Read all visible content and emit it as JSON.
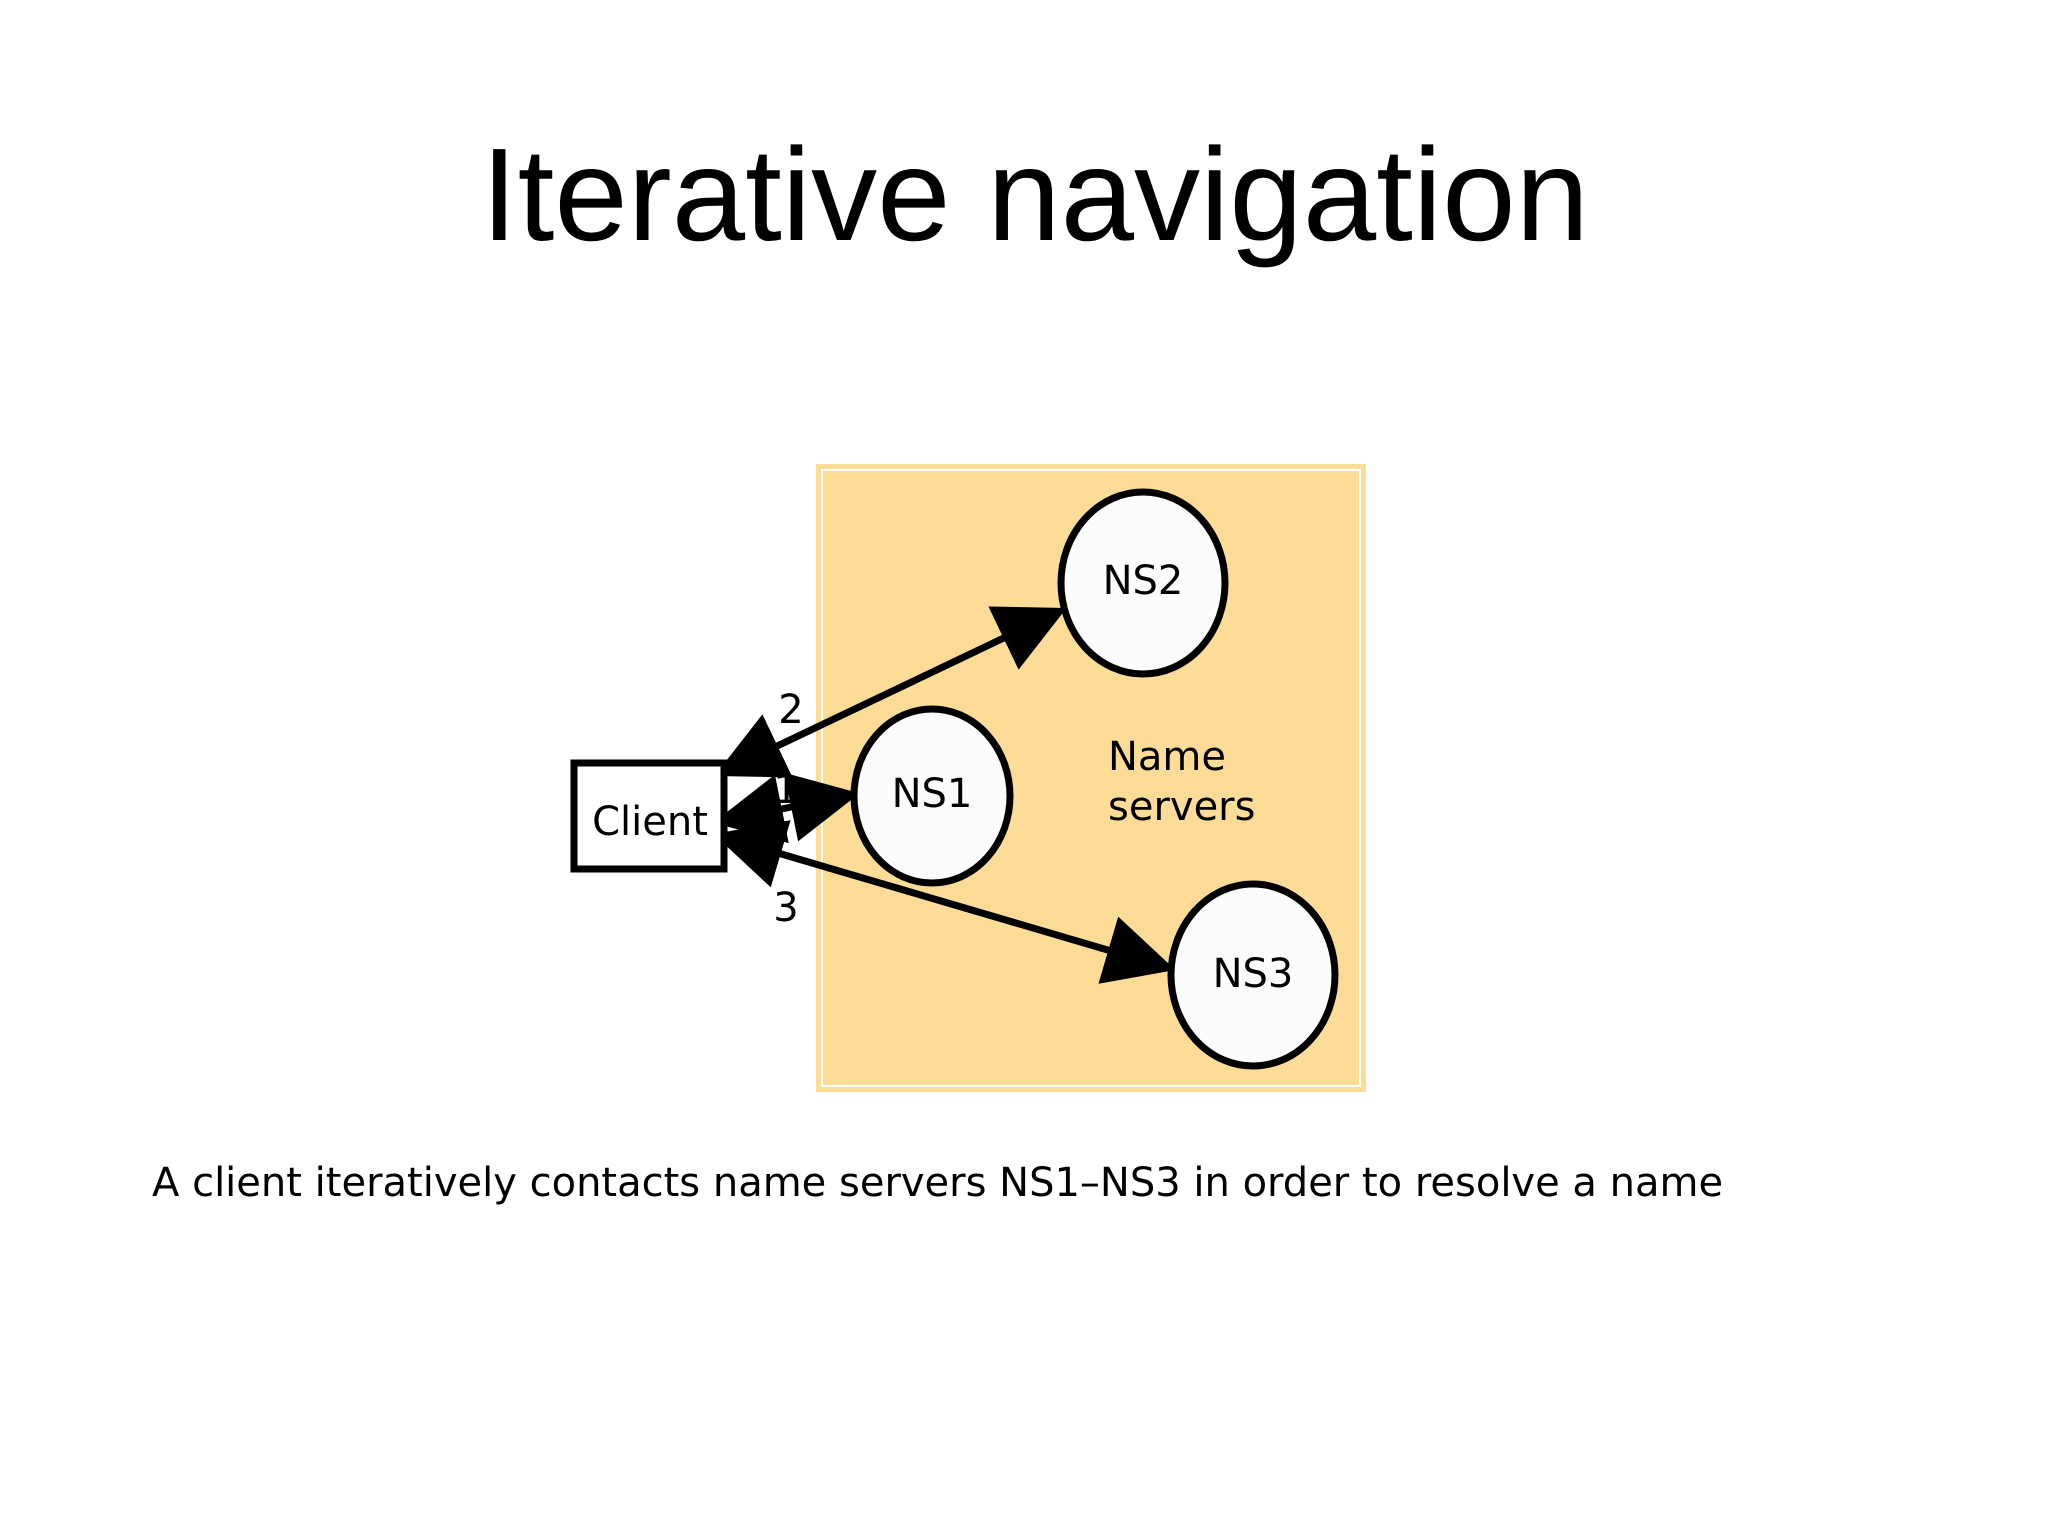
{
  "title": "Iterative navigation",
  "diagram": {
    "region_label_line1": "Name",
    "region_label_line2": "servers",
    "client_label": "Client",
    "servers": [
      {
        "label": "NS1"
      },
      {
        "label": "NS2"
      },
      {
        "label": "NS3"
      }
    ],
    "steps": [
      {
        "label": "1"
      },
      {
        "label": "2"
      },
      {
        "label": "3"
      }
    ],
    "colors": {
      "region_fill": "#FDDC98",
      "node_fill": "#FCFCFC",
      "stroke": "#000000"
    }
  },
  "caption": "A client iteratively contacts name servers NS1–NS3 in order to resolve a name"
}
